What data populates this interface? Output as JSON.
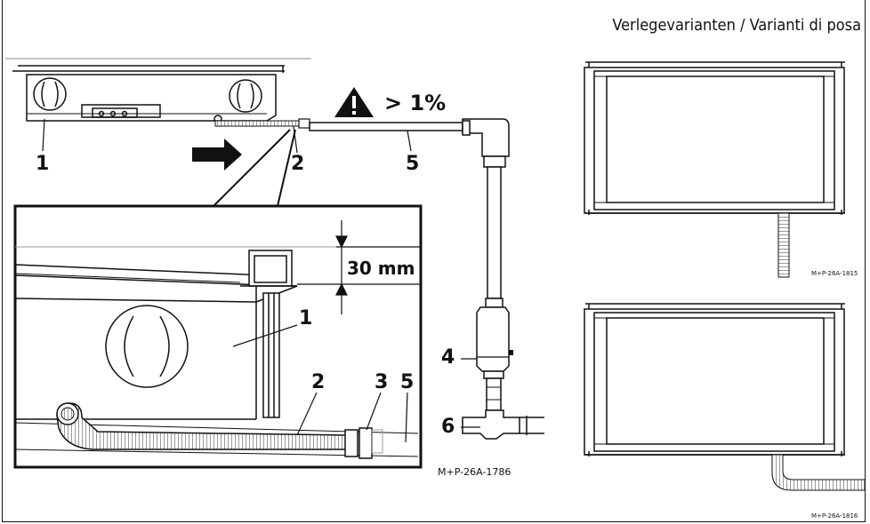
{
  "title": "Verlegevarianten / Varianti di posa",
  "slope_label": "> 1%",
  "dimension_label": "30 mm",
  "callouts": {
    "main_1": "1",
    "main_2": "2",
    "main_5": "5",
    "detail_1": "1",
    "detail_2": "2",
    "detail_3": "3",
    "detail_5": "5",
    "part_4": "4",
    "part_6": "6"
  },
  "codes": {
    "main": "M+P-26A-1786",
    "variant_top": "M+P-26A-1815",
    "variant_bottom": "M+P-26A-1816"
  },
  "icons": [
    "warning-triangle-icon",
    "arrow-right-icon"
  ]
}
